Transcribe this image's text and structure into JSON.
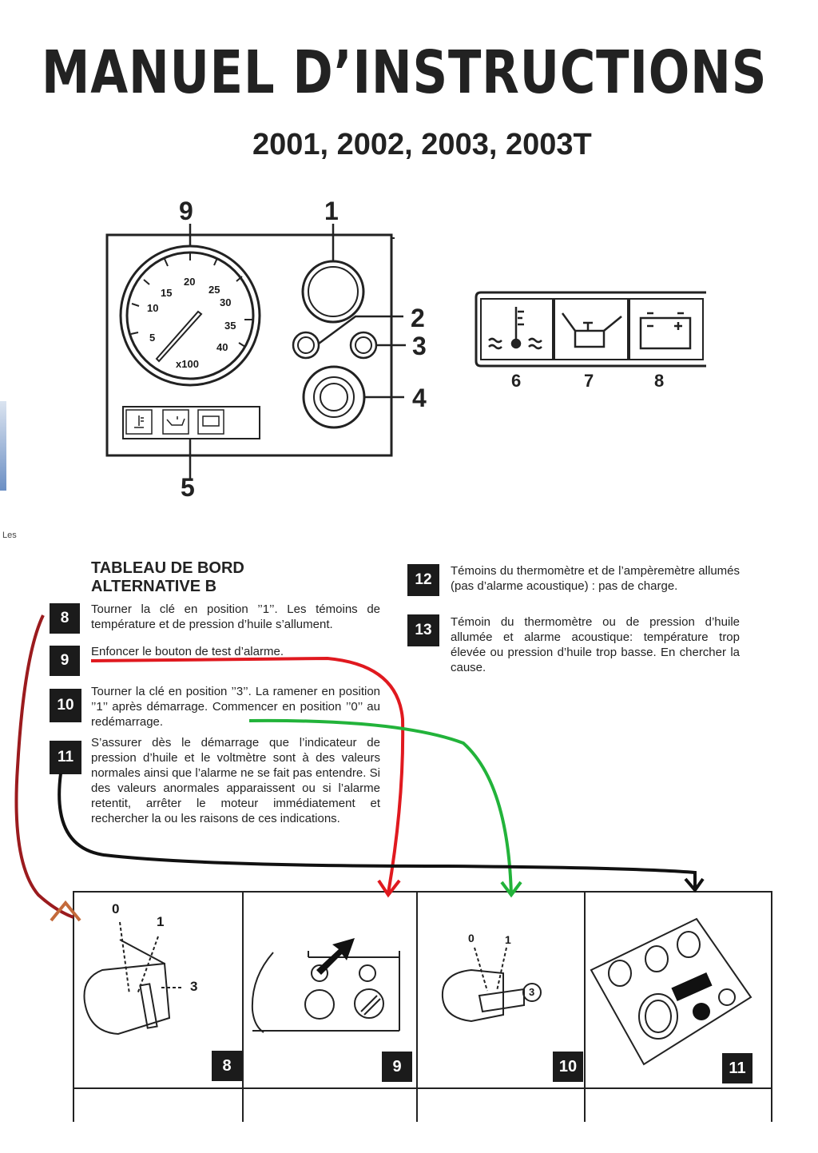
{
  "header": {
    "title": "MANUEL D’INSTRUCTIONS",
    "models": "2001, 2002, 2003, 2003T"
  },
  "diagram": {
    "callouts": [
      "9",
      "1",
      "2",
      "3",
      "4",
      "5"
    ],
    "gauge": {
      "ticks": [
        "5",
        "10",
        "15",
        "20",
        "25",
        "30",
        "35",
        "40"
      ],
      "unit": "x100"
    },
    "indicator_strip_labels": [
      "6",
      "7",
      "8"
    ]
  },
  "section": {
    "title_line1": "TABLEAU DE BORD",
    "title_line2": "ALTERNATIVE B",
    "steps": [
      {
        "num": "8",
        "text": "Tourner la clé en position ’’1’’. Les témoins de température et de pression d’huile s’allument."
      },
      {
        "num": "9",
        "text": "Enfoncer le bouton de test d’alarme."
      },
      {
        "num": "10",
        "text": "Tourner la clé en position ’’3’’. La ramener en position ’’1’’ après démarrage. Commencer en position ’’0’’ au redémarrage."
      },
      {
        "num": "11",
        "text": "S’assurer dès le démarrage que l’indicateur de pression d’huile et le voltmètre sont à des valeurs normales ainsi que l’alarme ne se fait pas entendre. Si des valeurs anormales apparaissent ou si l’alarme retentit, arrêter le moteur immédiatement et rechercher la ou les raisons de ces indications."
      },
      {
        "num": "12",
        "text": "Témoins du thermomètre et de l’ampèremètre allumés (pas d’alarme acoustique) : pas de charge."
      },
      {
        "num": "13",
        "text": "Témoin du thermomètre ou de pression d’huile allumée et alarme acoustique: température trop élevée ou pression d’huile trop basse. En chercher la cause."
      }
    ]
  },
  "panels": [
    {
      "num": "8",
      "key_labels": [
        "0",
        "1",
        "3"
      ]
    },
    {
      "num": "9"
    },
    {
      "num": "10",
      "key_labels": [
        "0",
        "1",
        "3"
      ]
    },
    {
      "num": "11"
    }
  ],
  "left_crop_text": "Les",
  "arrow_colors": {
    "step8": "#9b1b1e",
    "step9": "#e0191f",
    "step10": "#22b33a",
    "step11": "#111111"
  }
}
